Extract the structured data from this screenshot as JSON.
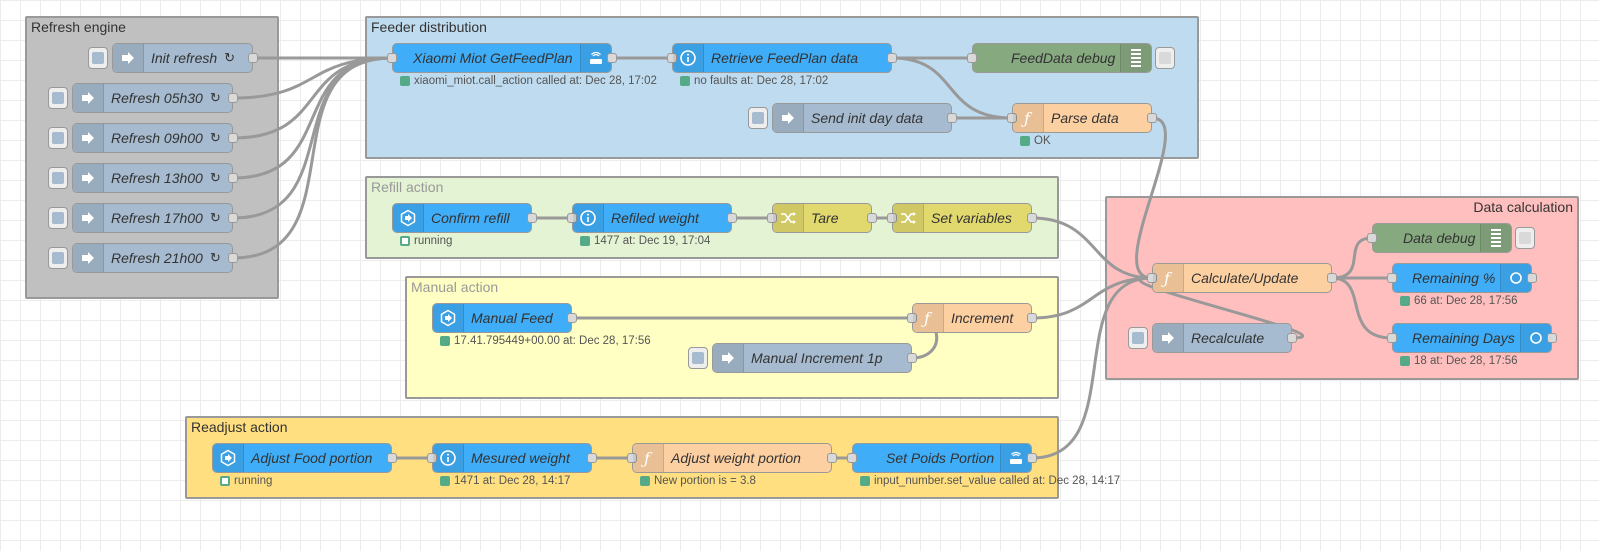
{
  "groups": {
    "refresh_engine": "Refresh engine",
    "feeder_distribution": "Feeder distribution",
    "refill_action": "Refill action",
    "manual_action": "Manual action",
    "readjust_action": "Readjust action",
    "data_calculation": "Data calculation"
  },
  "nodes": {
    "init_refresh": "Init refresh",
    "refresh_0530": "Refresh 05h30",
    "refresh_0900": "Refresh 09h00",
    "refresh_1300": "Refresh 13h00",
    "refresh_1700": "Refresh 17h00",
    "refresh_2100": "Refresh 21h00",
    "refresh_glyph": "↻",
    "xiaomi_get": "Xiaomi Miot GetFeedPlan",
    "retrieve": "Retrieve FeedPlan data",
    "feeddata_debug": "FeedData debug",
    "send_init": "Send init day data",
    "parse": "Parse data",
    "confirm_refill": "Confirm refill",
    "refiled_weight": "Refiled weight",
    "tare": "Tare",
    "set_variables": "Set variables",
    "manual_feed": "Manual Feed",
    "increment": "Increment",
    "manual_inc": "Manual Increment 1p",
    "adjust_portion": "Adjust Food portion",
    "mesured_weight": "Mesured weight",
    "adjust_weight": "Adjust weight portion",
    "set_poids": "Set Poids Portion",
    "data_debug": "Data debug",
    "calc_update": "Calculate/Update",
    "remaining_pct": "Remaining %",
    "remaining_days": "Remaining Days",
    "recalculate": "Recalculate"
  },
  "status": {
    "xiaomi_get": "xiaomi_miot.call_action called at: Dec 28, 17:02",
    "retrieve": "no faults at: Dec 28, 17:02",
    "parse": "OK",
    "confirm_refill": "running",
    "refiled_weight": "1477 at: Dec 19, 17:04",
    "manual_feed": "17.41.795449+00.00 at: Dec 28, 17:56",
    "adjust_portion": "running",
    "mesured_weight": "1471 at: Dec 28, 14:17",
    "adjust_weight": "New portion is = 3.8",
    "set_poids": "input_number.set_value called at: Dec 28, 14:17",
    "remaining_pct": "66 at: Dec 28, 17:56",
    "remaining_days": "18 at: Dec 28, 17:56"
  },
  "colors": {
    "inject": "#a6bbcf",
    "ha_node": "#3fadf7",
    "function": "#fdd0a2",
    "change": "#e2d96e",
    "debug": "#87a980",
    "group_refresh": "#c0c0c0",
    "group_feeder": "#bfdbef",
    "group_refill": "#e3f3d3",
    "group_manual": "#ffffc3",
    "group_readjust": "#ffdf7f",
    "group_calc": "#ffbfbf",
    "status_ok": "#55aa88"
  }
}
